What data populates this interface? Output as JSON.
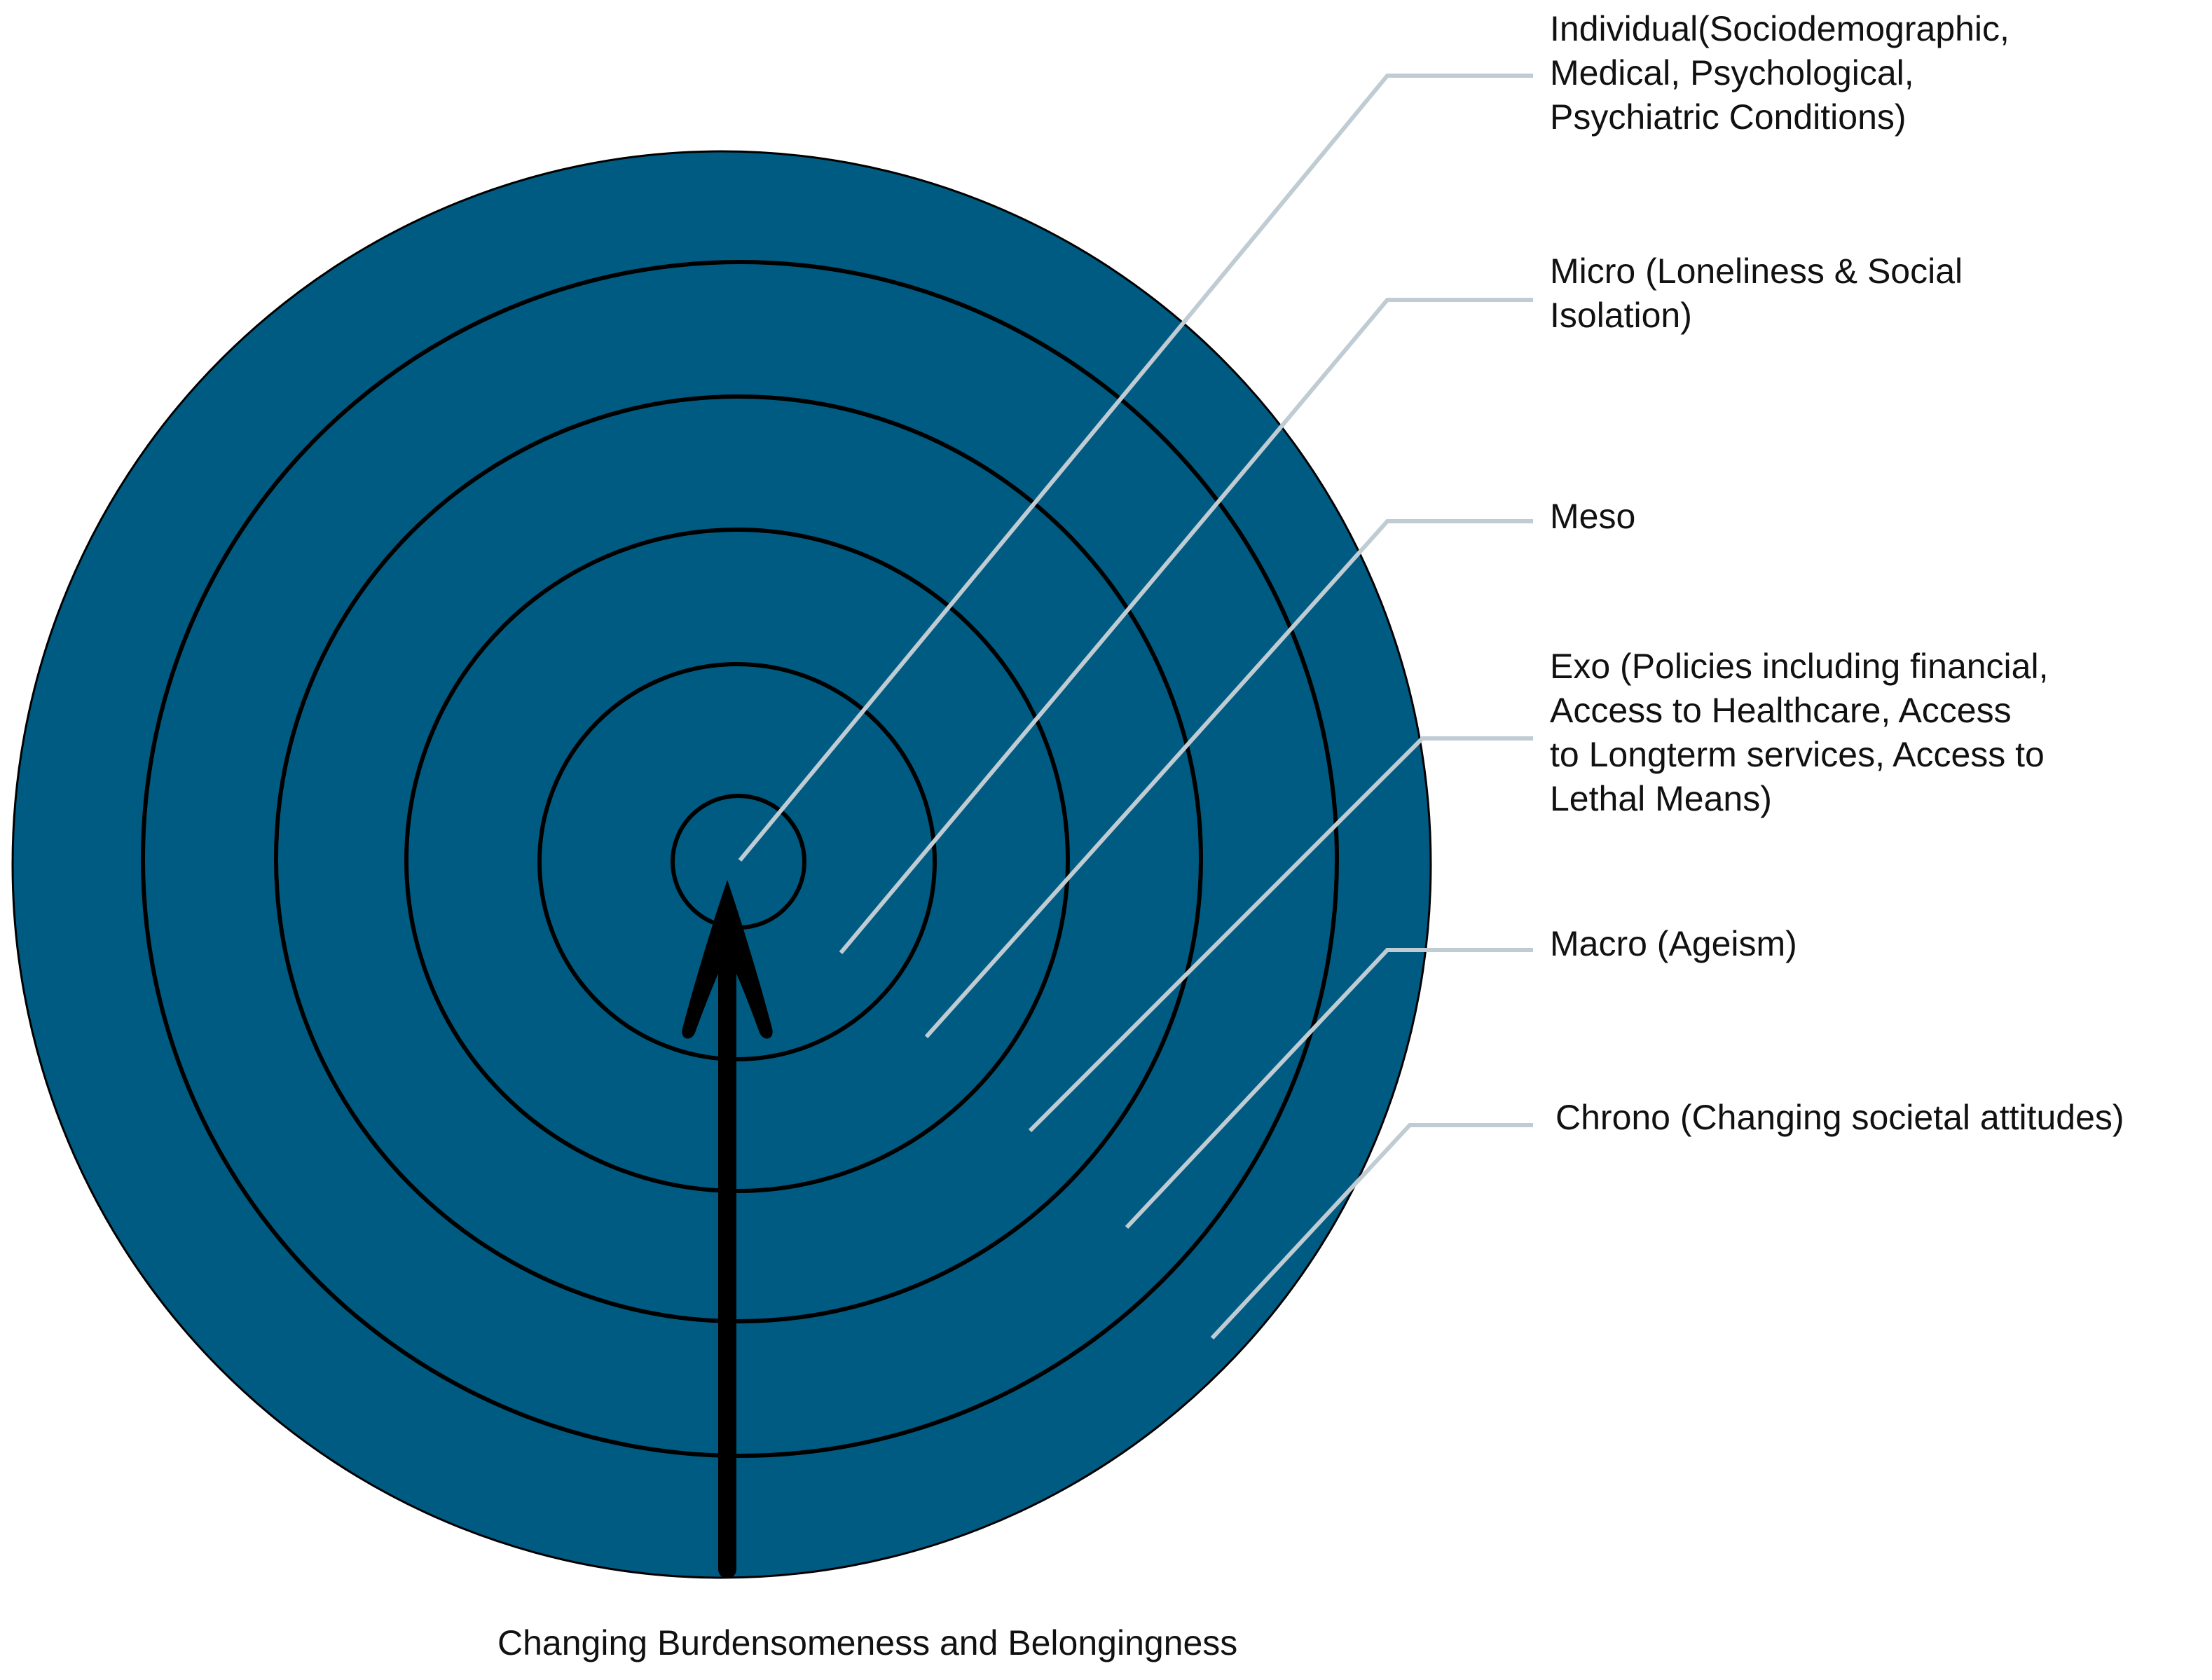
{
  "diagram": {
    "colors": {
      "disc_fill": "#005b82",
      "ring_stroke": "#000000",
      "leader_line": "#c0ccd4",
      "arrow": "#000000",
      "text": "#111111"
    },
    "levels": [
      {
        "id": "individual",
        "label": "Individual(Sociodemographic,\nMedical, Psychological,\nPsychiatric Conditions)"
      },
      {
        "id": "micro",
        "label": "Micro (Loneliness & Social\nIsolation)"
      },
      {
        "id": "meso",
        "label": "Meso"
      },
      {
        "id": "exo",
        "label": "Exo (Policies including financial,\nAccess to Healthcare, Access\nto Longterm services, Access to\nLethal Means)"
      },
      {
        "id": "macro",
        "label": "Macro (Ageism)"
      },
      {
        "id": "chrono",
        "label": "Chrono (Changing societal attitudes)"
      }
    ],
    "arrow_caption": "Changing Burdensomeness and Belongingness"
  }
}
